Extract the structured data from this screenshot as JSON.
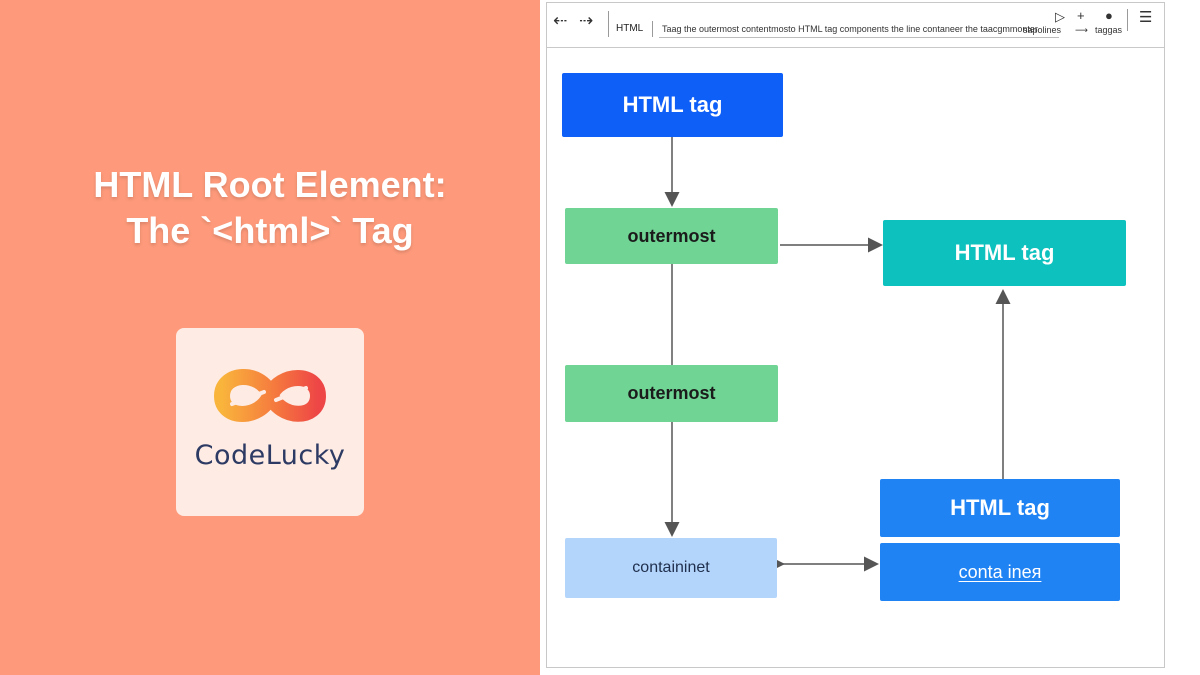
{
  "hero": {
    "title_line1": "HTML Root Element:",
    "title_line2": "The `<html>` Tag"
  },
  "logo": {
    "brand": "CodeLucky",
    "colors": {
      "orange": "#f7a03c",
      "red": "#ef4a4a",
      "text": "#2d3a63"
    }
  },
  "browser": {
    "back_icon": "back-arrow-icon",
    "forward_icon": "forward-arrow-icon",
    "tab_label": "HTML",
    "address_text": "Taag the outermost contentmosto HTML tag components the line contaneer the taacgmmonter",
    "right_text_1": "sapolines",
    "right_text_2": "taggas",
    "icons": [
      "share-icon",
      "plus-icon",
      "globe-icon",
      "menu-icon"
    ]
  },
  "diagram": {
    "nodes": {
      "top": "HTML tag",
      "outermost_1": "outermost",
      "right_top": "HTML tag",
      "outermost_2": "outermost",
      "right_bottom": "HTML tag",
      "container_left": "containinet",
      "container_right": "conta ineᴙ"
    },
    "colors": {
      "blue": "#0e5ef8",
      "green": "#6fd494",
      "teal": "#0cc1be",
      "mid_blue": "#1f83f3",
      "light_blue": "#b4d5fb",
      "arrow": "#555555"
    }
  }
}
